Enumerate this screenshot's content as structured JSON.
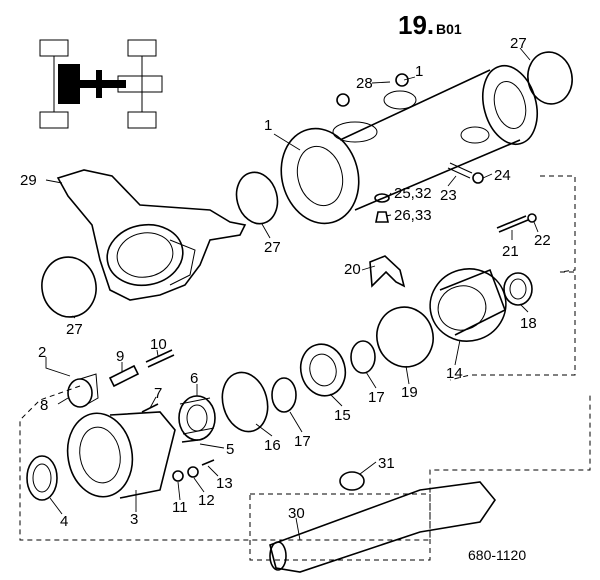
{
  "header": {
    "section_number": "19.",
    "section_code": "B01"
  },
  "reference_code": "680-1120",
  "callouts": [
    "1",
    "1",
    "2",
    "3",
    "4",
    "5",
    "6",
    "7",
    "8",
    "9",
    "10",
    "11",
    "12",
    "13",
    "14",
    "15",
    "16",
    "17",
    "17",
    "18",
    "19",
    "20",
    "21",
    "22",
    "23",
    "24",
    "25,32",
    "26,33",
    "27",
    "27",
    "27",
    "28",
    "29",
    "30",
    "31"
  ]
}
